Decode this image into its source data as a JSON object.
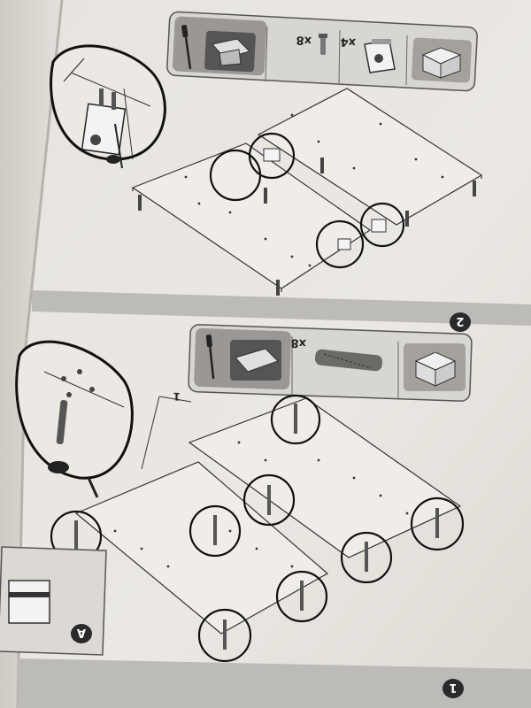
{
  "manual": {
    "step_top": {
      "number": "2",
      "toolbar": {
        "qty_bracket": "x4",
        "qty_dowel": "x8"
      },
      "icons": [
        "screwdriver-icon",
        "bracket-icon",
        "dowel-icon",
        "corner-bracket-icon",
        "box-icon"
      ]
    },
    "step_bottom": {
      "number": "1",
      "toolbar": {
        "qty_dowel": "x8"
      },
      "callout_number": "1",
      "panel_label": "A",
      "icons": [
        "screwdriver-icon",
        "bracket-icon",
        "dowel-icon",
        "box-icon"
      ]
    }
  },
  "colors": {
    "paper": "#e9e6e1",
    "ink": "#2a2a2a",
    "toolbar": "#d9d7d4",
    "tool_tile": "#9a9794",
    "band": "#bdbbb8"
  }
}
